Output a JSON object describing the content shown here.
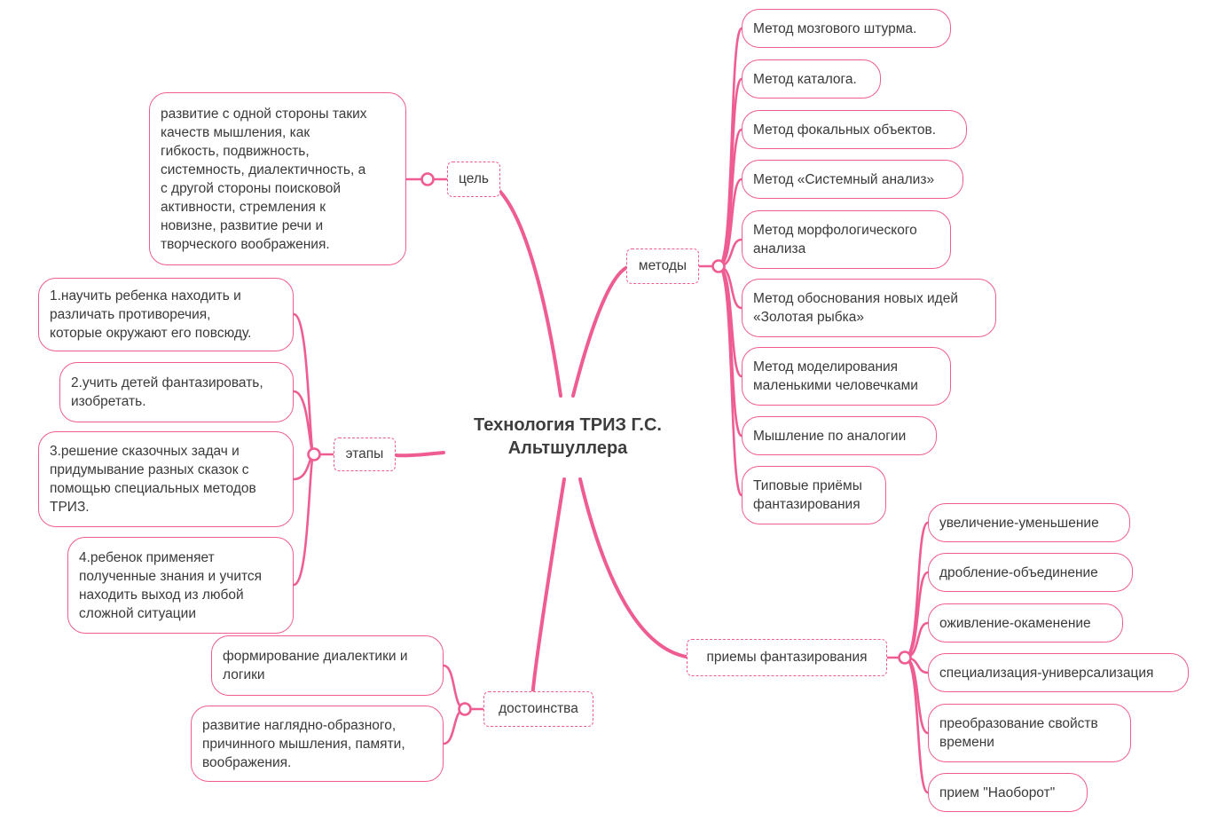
{
  "colors": {
    "branch_line": "#ee5c92",
    "text": "#3a3a3a",
    "background": "#ffffff"
  },
  "center": {
    "title": "Технология ТРИЗ Г.С.\nАльтшуллера"
  },
  "branches": {
    "goal": {
      "label": "цель",
      "items": [
        "развитие с одной стороны таких\nкачеств мышления, как\nгибкость, подвижность,\nсистемность, диалектичность, а\nс другой стороны поисковой\nактивности, стремления к\nновизне, развитие речи и\nтворческого воображения."
      ]
    },
    "stages": {
      "label": "этапы",
      "items": [
        "1.научить ребенка находить и\nразличать противоречия,\nкоторые окружают его повсюду.",
        "2.учить детей фантазировать,\nизобретать.",
        "3.решение сказочных задач и\nпридумывание разных сказок с\nпомощью специальных методов\nТРИЗ.",
        "4.ребенок применяет\nполученные знания и учится\nнаходить выход из любой\nсложной ситуации"
      ]
    },
    "advantages": {
      "label": "достоинства",
      "items": [
        "формирование диалектики и\nлогики",
        "развитие наглядно-образного,\nпричинного мышления, памяти,\nвоображения."
      ]
    },
    "methods": {
      "label": "методы",
      "items": [
        "Метод мозгового штурма.",
        "Метод каталога.",
        "Метод фокальных объектов.",
        "Метод «Системный анализ»",
        "Метод морфологического\nанализа",
        "Метод обоснования новых идей\n«Золотая рыбка»",
        "Метод моделирования\nмаленькими человечками",
        "Мышление по аналогии",
        "Типовые приёмы\nфантазирования"
      ]
    },
    "fantasy": {
      "label": "приемы фантазирования",
      "items": [
        "увеличение-уменьшение",
        "дробление-объединение",
        "оживление-окаменение",
        "специализация-универсализация",
        "преобразование свойств\nвремени",
        "прием \"Наоборот\""
      ]
    }
  }
}
